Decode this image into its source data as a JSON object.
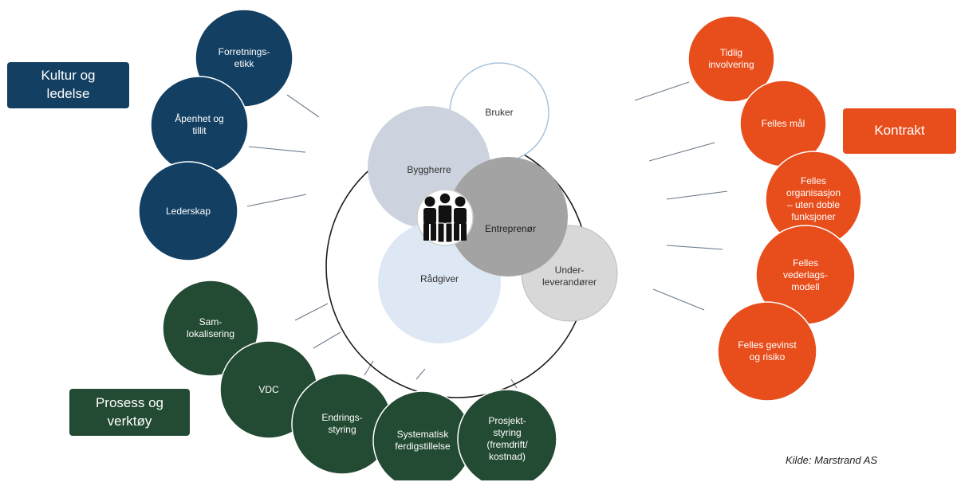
{
  "colors": {
    "blue": "#123f62",
    "green": "#234a33",
    "orange": "#e84e1c",
    "connector": "#6b7a8c",
    "ring": "#1a1a1a",
    "bruker_stroke": "#a9c4dc",
    "byggherre": "#ccd3de",
    "radgiver": "#dde8f4",
    "entreprenor": "#a3a3a3",
    "underleverandorer": "#d8d8d8"
  },
  "group_labels": {
    "kultur": "Kultur og\nledelse",
    "prosess": "Prosess og\nverktøy",
    "kontrakt": "Kontrakt"
  },
  "center": {
    "bruker": "Bruker",
    "byggherre": "Byggherre",
    "entreprenor": "Entreprenør",
    "radgiver": "Rådgiver",
    "underleverandorer": "Under-\nleverandører",
    "people_icon": "people-group-icon"
  },
  "kultur_items": [
    "Forretnings-\netikk",
    "Åpenhet og\ntillit",
    "Lederskap"
  ],
  "prosess_items": [
    "Sam-\nlokalisering",
    "VDC",
    "Endrings-\nstyring",
    "Systematisk\nferdigstillelse",
    "Prosjekt-\nstyring\n(fremdrift/\nkostnad)"
  ],
  "kontrakt_items": [
    "Tidlig\ninvolvering",
    "Felles mål",
    "Felles\norganisasjon\n– uten doble\nfunksjoner",
    "Felles\nvederlags-\nmodell",
    "Felles gevinst\nog risiko"
  ],
  "source": "Kilde: Marstrand AS"
}
